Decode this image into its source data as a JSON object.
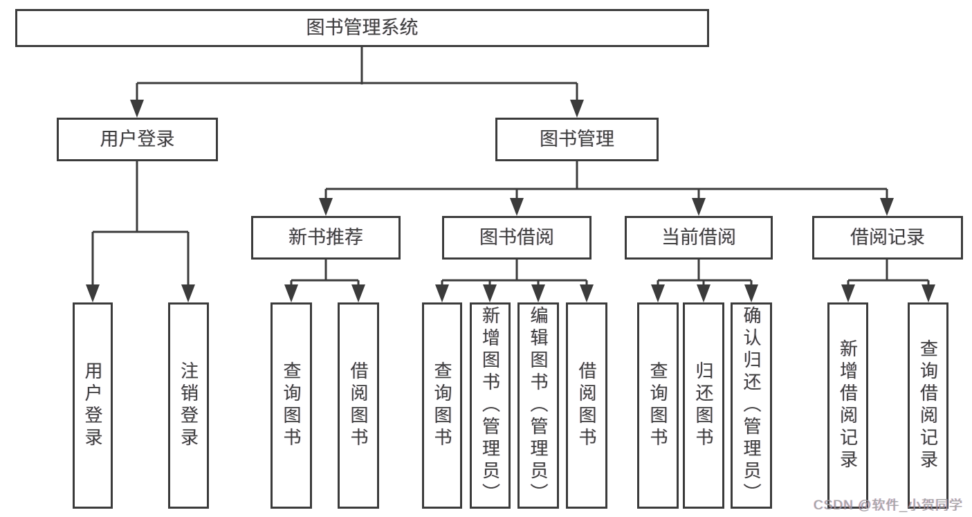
{
  "tree": {
    "root": {
      "label": "图书管理系统"
    },
    "branches": [
      {
        "label": "用户登录",
        "children": [
          {
            "label": "用户登录"
          },
          {
            "label": "注销登录"
          }
        ]
      },
      {
        "label": "图书管理",
        "children": [
          {
            "label": "新书推荐",
            "children": [
              {
                "label": "查询图书"
              },
              {
                "label": "借阅图书"
              }
            ]
          },
          {
            "label": "图书借阅",
            "children": [
              {
                "label": "查询图书"
              },
              {
                "label": "新增图书（管理员）"
              },
              {
                "label": "编辑图书（管理员）"
              },
              {
                "label": "借阅图书"
              }
            ]
          },
          {
            "label": "当前借阅",
            "children": [
              {
                "label": "查询图书"
              },
              {
                "label": "归还图书"
              },
              {
                "label": "确认归还（管理员）"
              }
            ]
          },
          {
            "label": "借阅记录",
            "children": [
              {
                "label": "新增借阅记录"
              },
              {
                "label": "查询借阅记录"
              }
            ]
          }
        ]
      }
    ]
  },
  "watermark": {
    "text": "CSDN @软件_小贺同学",
    "color": "#9c9c9c"
  },
  "colors": {
    "line": "#3b3b3b",
    "text": "#3d3d3d",
    "background": "#ffffff",
    "box_fill": "#ffffff"
  }
}
